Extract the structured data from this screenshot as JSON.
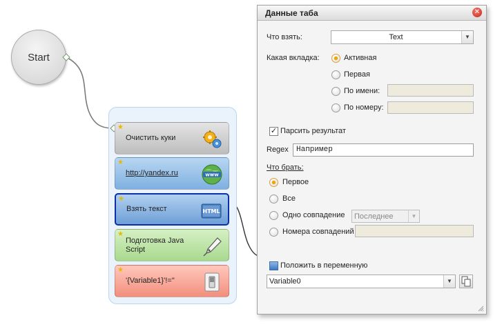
{
  "flow": {
    "start_label": "Start",
    "actions": [
      {
        "label": "Очистить куки",
        "icon": "gears-icon"
      },
      {
        "label": "http://yandex.ru",
        "icon": "www-globe-icon"
      },
      {
        "label": "Взять текст",
        "icon": "html-icon",
        "icon_text": "HTML"
      },
      {
        "label": "Подготовка Java Script",
        "icon": "pen-icon"
      },
      {
        "label": "'{Variable1}'!=''",
        "icon": "switch-icon"
      }
    ]
  },
  "panel": {
    "title": "Данные таба",
    "what_take_label": "Что взять:",
    "what_take_value": "Text",
    "which_tab_label": "Какая вкладка:",
    "tab_options": {
      "active": "Активная",
      "first": "Первая",
      "by_name": "По имени:",
      "by_number": "По номеру:"
    },
    "parse_result_label": "Парсить результат",
    "regex_label": "Regex",
    "regex_value": "Например",
    "what_get_label": "Что брать:",
    "get_options": {
      "first": "Первое",
      "all": "Все",
      "one_match": "Одно совпадение",
      "match_numbers": "Номера совпадений"
    },
    "one_match_select_value": "Последнее",
    "put_in_variable_label": "Положить в переменную",
    "variable_value": "Variable0"
  }
}
